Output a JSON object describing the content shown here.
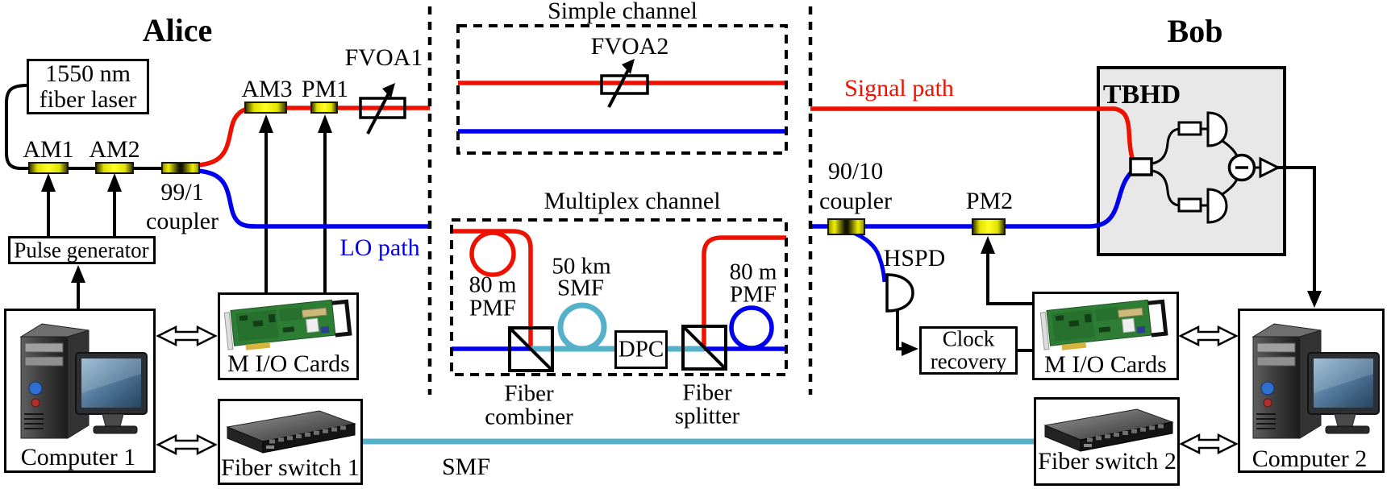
{
  "alice": {
    "title": "Alice",
    "laser": {
      "line1": "1550 nm",
      "line2": "fiber laser"
    },
    "am1": "AM1",
    "am2": "AM2",
    "am3": "AM3",
    "pm1": "PM1",
    "fvoa1": "FVOA1",
    "coupler_99_1": {
      "ratio": "99/1",
      "word": "coupler"
    },
    "pulse_generator": "Pulse generator",
    "computer1": "Computer 1",
    "mio_cards": "M I/O Cards",
    "fiber_switch1": "Fiber switch 1",
    "lo_path": "LO path"
  },
  "channels": {
    "simple": {
      "title": "Simple channel",
      "fvoa2": "FVOA2"
    },
    "multiplex": {
      "title": "Multiplex channel",
      "pmf_left": {
        "line1": "80 m",
        "line2": "PMF"
      },
      "smf_spool": {
        "line1": "50 km",
        "line2": "SMF"
      },
      "dpc": "DPC",
      "combiner": {
        "line1": "Fiber",
        "line2": "combiner"
      },
      "splitter": {
        "line1": "Fiber",
        "line2": "splitter"
      },
      "pmf_right": {
        "line1": "80 m",
        "line2": "PMF"
      }
    },
    "smf_link": "SMF"
  },
  "bob": {
    "title": "Bob",
    "signal_path": "Signal path",
    "coupler_90_10": {
      "ratio": "90/10",
      "word": "coupler"
    },
    "pm2": "PM2",
    "hspd": "HSPD",
    "clock_recovery": {
      "line1": "Clock",
      "line2": "recovery"
    },
    "tbhd": "TBHD",
    "mio_cards": "M I/O Cards",
    "fiber_switch2": "Fiber switch 2",
    "computer2": "Computer 2"
  },
  "colors": {
    "signal_red": "#ee1100",
    "lo_blue": "#0000ee",
    "smf_cyan": "#55b1c9",
    "modulator_yellow": "#ffff00",
    "tbhd_bg": "#e8e8e8"
  }
}
